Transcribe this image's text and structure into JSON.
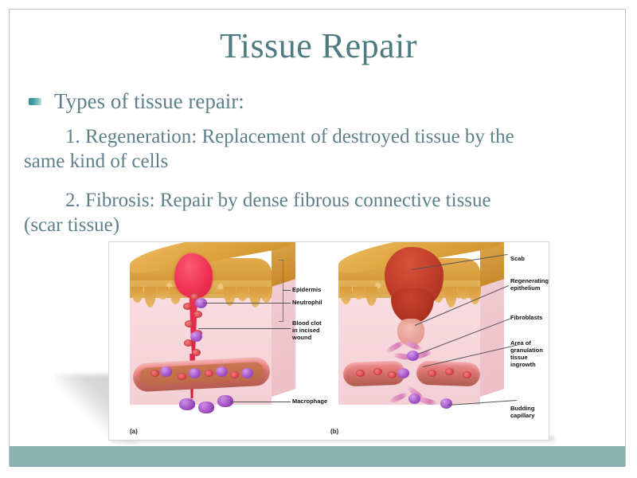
{
  "slide": {
    "title": "Tissue Repair",
    "accent_color": "#4d7b80",
    "body_color": "#5e8189",
    "band_color": "#8bb0b0",
    "bullet_icon": "square-bullet-icon"
  },
  "content": {
    "bullet": "Types of tissue repair:",
    "items": [
      "1. Regeneration: Replacement of destroyed tissue by the same kind of cells",
      "2. Fibrosis: Repair by dense fibrous connective tissue (scar tissue)"
    ]
  },
  "figure": {
    "panels": [
      {
        "id": "(a)",
        "labels": [
          "Epidermis",
          "Neutrophil",
          "Blood clot\nin incised\nwound",
          "Macrophage"
        ]
      },
      {
        "id": "(b)",
        "labels": [
          "Scab",
          "Regenerating\nepithelium",
          "Fibroblasts",
          "Area of\ngranulation\ntissue\ningrowth",
          "Budding\ncapillary"
        ]
      }
    ]
  }
}
